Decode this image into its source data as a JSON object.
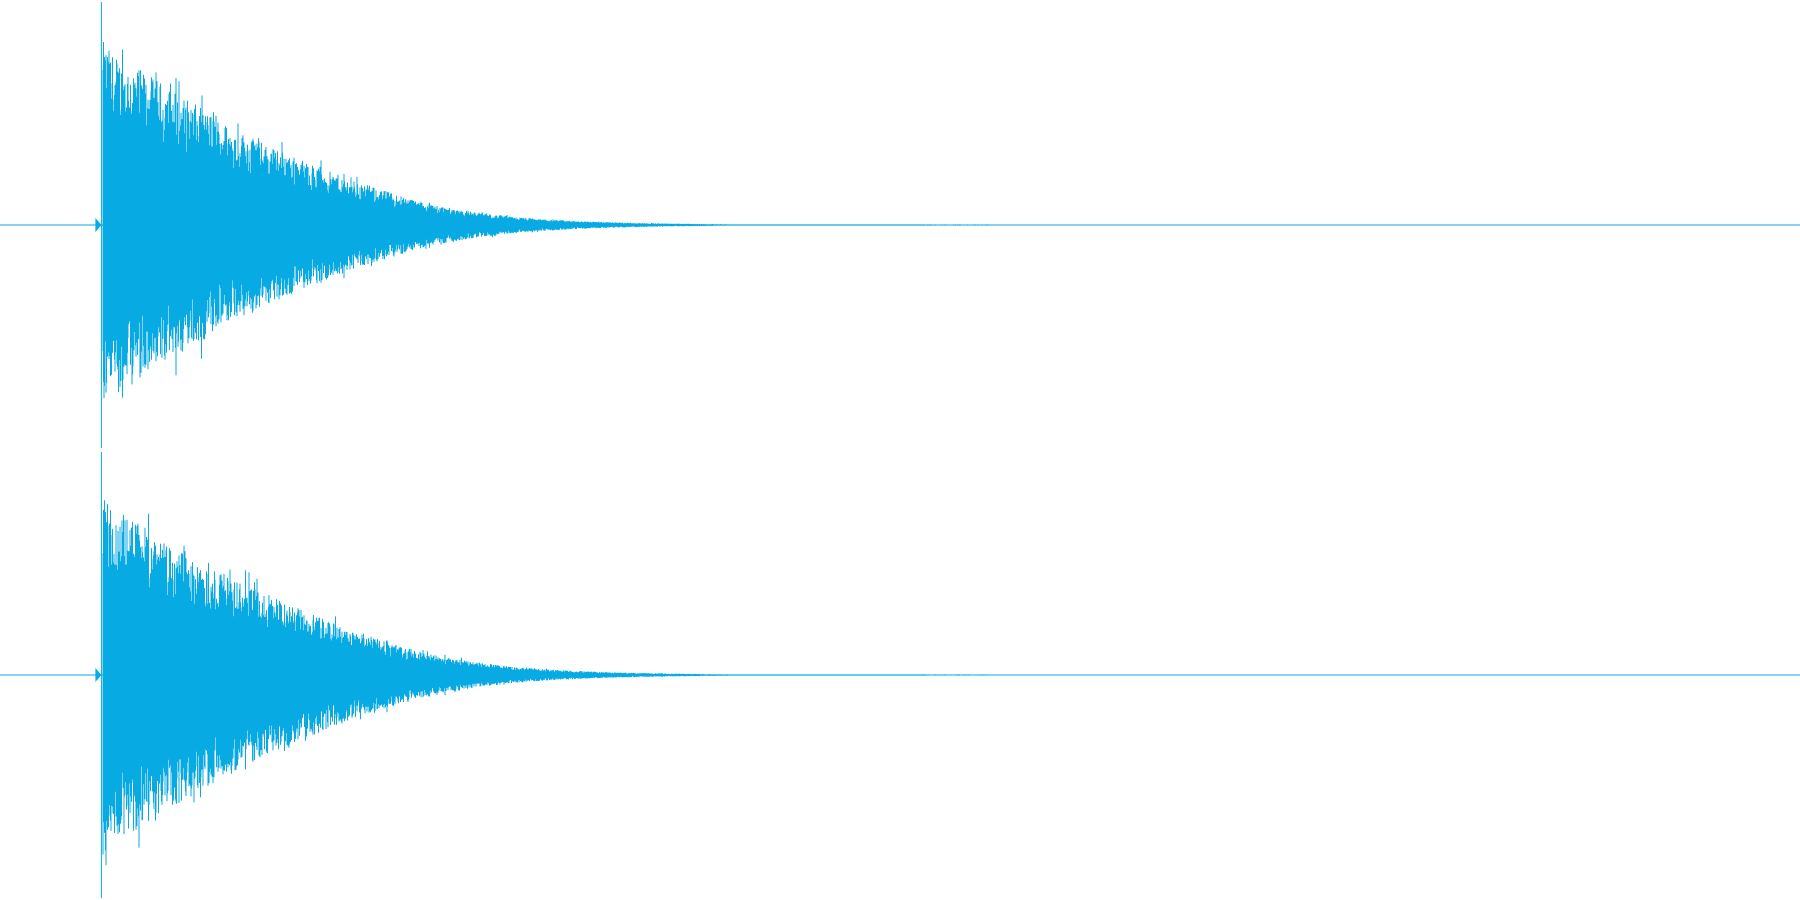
{
  "colors": {
    "background": "#ffffff",
    "waveform": "#07aae3"
  },
  "chart_data": {
    "type": "area",
    "description_free": true,
    "channels": [
      {
        "index": 0,
        "envelope": {
          "x": [
            0,
            0.02,
            0.05,
            0.08,
            0.12,
            0.16,
            0.2,
            0.25,
            0.3,
            0.35,
            0.4,
            0.45,
            0.5,
            0.55,
            0.6,
            0.65,
            0.7,
            0.75,
            0.8,
            0.85,
            0.9,
            0.95,
            1.0,
            1.1,
            1.2,
            1.3,
            1.4
          ],
          "amplitude": [
            0.93,
            0.85,
            0.8,
            0.74,
            0.66,
            0.58,
            0.5,
            0.42,
            0.35,
            0.28,
            0.22,
            0.17,
            0.12,
            0.085,
            0.06,
            0.04,
            0.028,
            0.02,
            0.014,
            0.01,
            0.007,
            0.005,
            0.003,
            0.002,
            0.001,
            0.0005,
            0.0
          ]
        }
      },
      {
        "index": 1,
        "envelope": {
          "x": [
            0,
            0.02,
            0.05,
            0.08,
            0.12,
            0.16,
            0.2,
            0.25,
            0.3,
            0.35,
            0.4,
            0.45,
            0.5,
            0.55,
            0.6,
            0.65,
            0.7,
            0.75,
            0.8,
            0.85,
            0.9,
            0.95,
            1.0,
            1.1,
            1.2,
            1.3,
            1.4
          ],
          "amplitude": [
            0.93,
            0.84,
            0.79,
            0.73,
            0.65,
            0.57,
            0.5,
            0.42,
            0.35,
            0.28,
            0.22,
            0.17,
            0.12,
            0.085,
            0.06,
            0.04,
            0.028,
            0.02,
            0.014,
            0.01,
            0.007,
            0.005,
            0.003,
            0.002,
            0.001,
            0.0005,
            0.0
          ]
        }
      }
    ],
    "xlim": [
      -0.16,
      2.68
    ],
    "ylim": [
      -1,
      1
    ],
    "grid": false,
    "axes_labels": false
  }
}
